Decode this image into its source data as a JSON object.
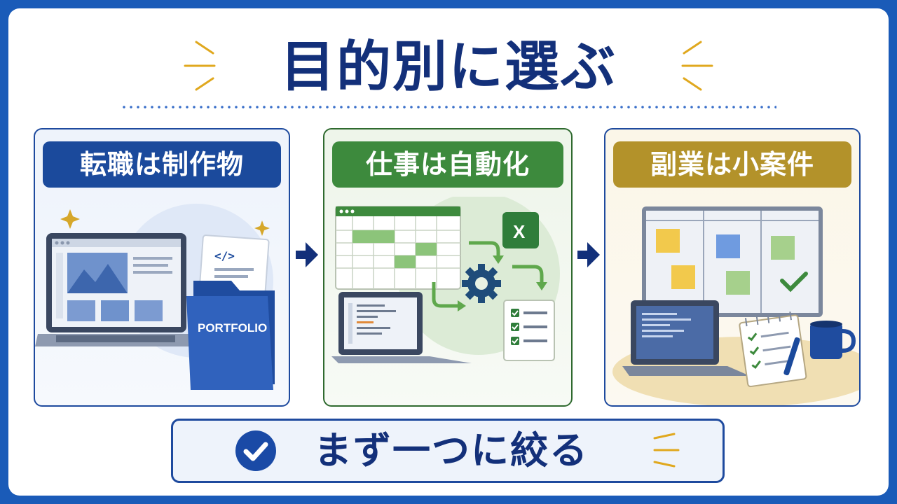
{
  "title": "目的別に選ぶ",
  "panels": [
    {
      "label": "転職は制作物",
      "folder_label": "PORTFOLIO",
      "code_label": "</>"
    },
    {
      "label": "仕事は自動化",
      "excel_label": "X"
    },
    {
      "label": "副業は小案件"
    }
  ],
  "cta": {
    "label": "まず一つに絞る"
  },
  "colors": {
    "navy": "#13307a",
    "blue": "#1b4a9c",
    "green": "#3d8a3d",
    "gold": "#b3922a",
    "frame": "#1a5bb8"
  }
}
